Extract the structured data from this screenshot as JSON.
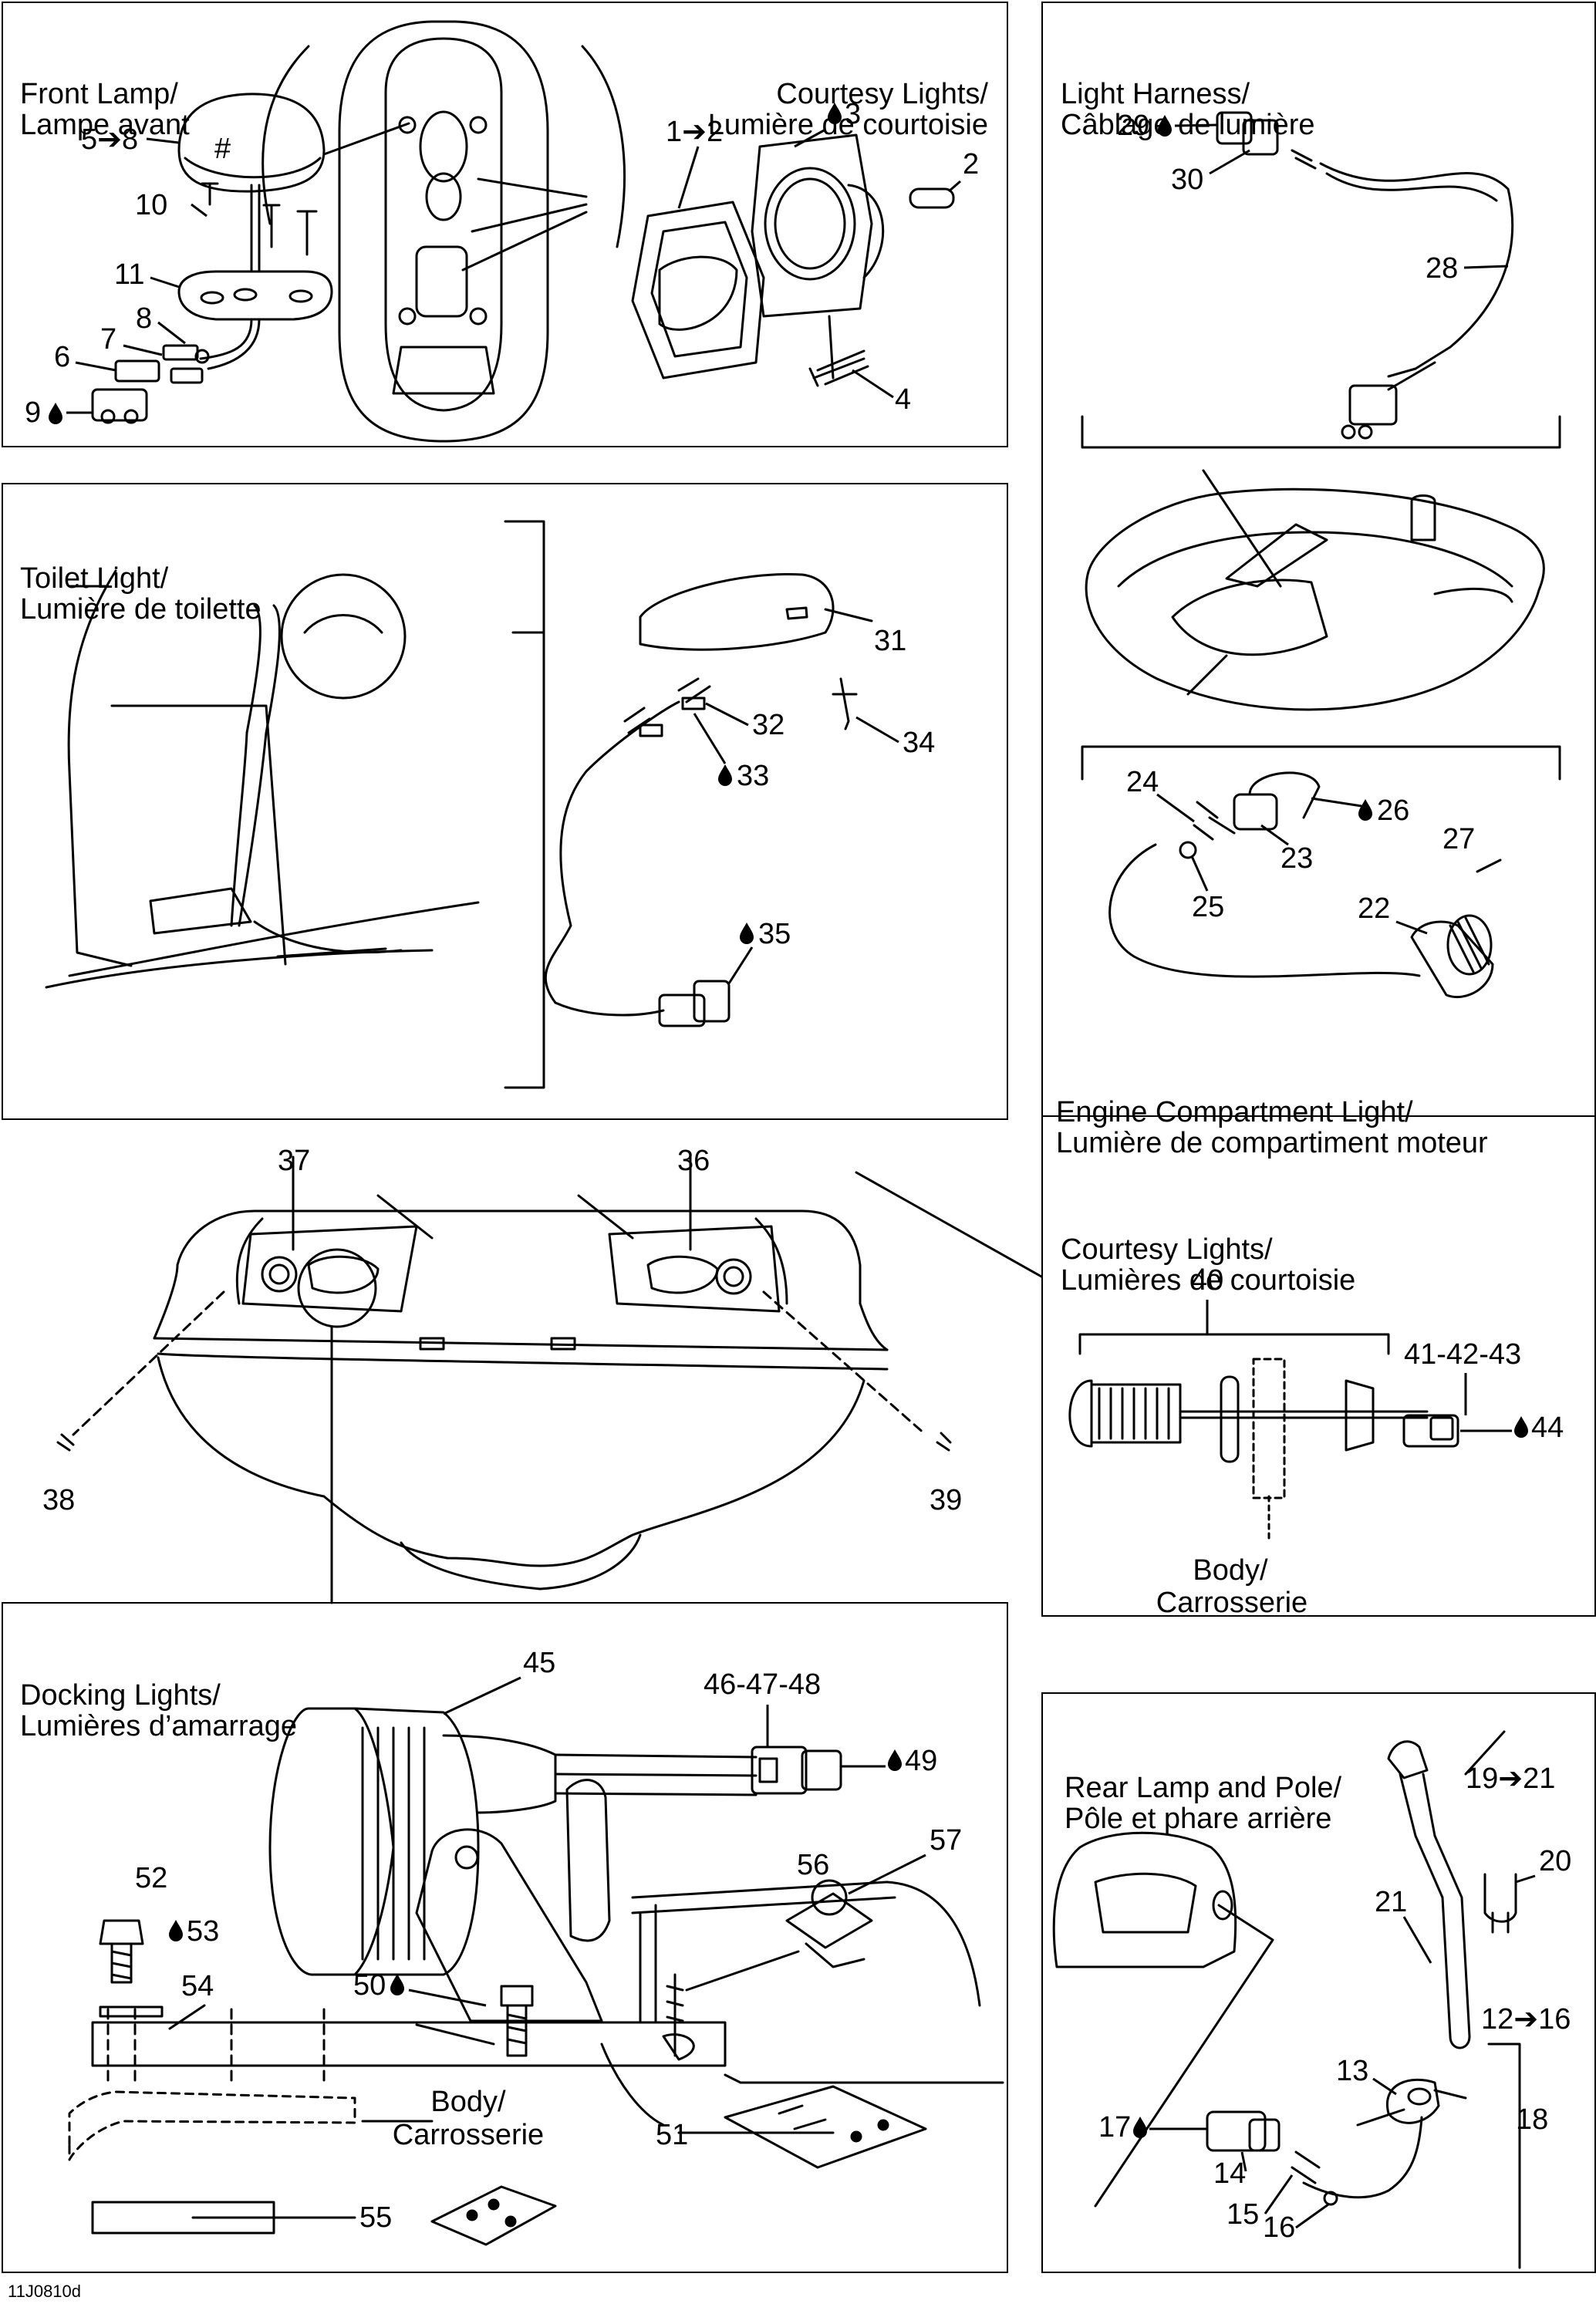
{
  "doc_code": "11J0810d",
  "panels": {
    "front_lamp": {
      "title_en": "Front Lamp/",
      "title_fr": "Lampe avant"
    },
    "courtesy_top": {
      "title_en": "Courtesy Lights/",
      "title_fr": "Lumière de courtoisie"
    },
    "light_harness": {
      "title_en": "Light Harness/",
      "title_fr": "Câblage de lumière"
    },
    "toilet_light": {
      "title_en": "Toilet Light/",
      "title_fr": "Lumière de toilette"
    },
    "engine_light": {
      "title_en": "Engine Compartment Light/",
      "title_fr": "Lumière de compartiment moteur"
    },
    "courtesy_right": {
      "title_en": "Courtesy Lights/",
      "title_fr": "Lumières de courtoisie"
    },
    "docking": {
      "title_en": "Docking Lights/",
      "title_fr": "Lumières d’amarrage"
    },
    "rear_lamp": {
      "title_en": "Rear Lamp and Pole/",
      "title_fr": "Pôle et phare arrière"
    }
  },
  "body_labels": {
    "en": "Body/",
    "fr": "Carrosserie"
  },
  "callouts": {
    "c1": "5➔8",
    "c2": "10",
    "c3": "11",
    "c4": "8",
    "c5": "7",
    "c6": "6",
    "c7": "9",
    "c8": "1➔2",
    "c9": "3",
    "c10": "2",
    "c11": "4",
    "c12": "29",
    "c13": "30",
    "c14": "28",
    "c15": "31",
    "c16": "32",
    "c17": "33",
    "c18": "34",
    "c19": "35",
    "c20": "24",
    "c21": "26",
    "c22": "23",
    "c23": "27",
    "c24": "25",
    "c25": "22",
    "c26": "37",
    "c27": "36",
    "c28": "38",
    "c29": "39",
    "c30": "40",
    "c31": "41-42-43",
    "c32": "44",
    "c33": "45",
    "c34": "46-47-48",
    "c35": "49",
    "c36": "52",
    "c37": "53",
    "c38": "54",
    "c39": "50",
    "c40": "56",
    "c41": "57",
    "c42": "51",
    "c43": "55",
    "c44": "19➔21",
    "c45": "20",
    "c46": "21",
    "c47": "12➔16",
    "c48": "13",
    "c49": "18",
    "c50": "17",
    "c51": "14",
    "c52": "15",
    "c53": "16"
  }
}
